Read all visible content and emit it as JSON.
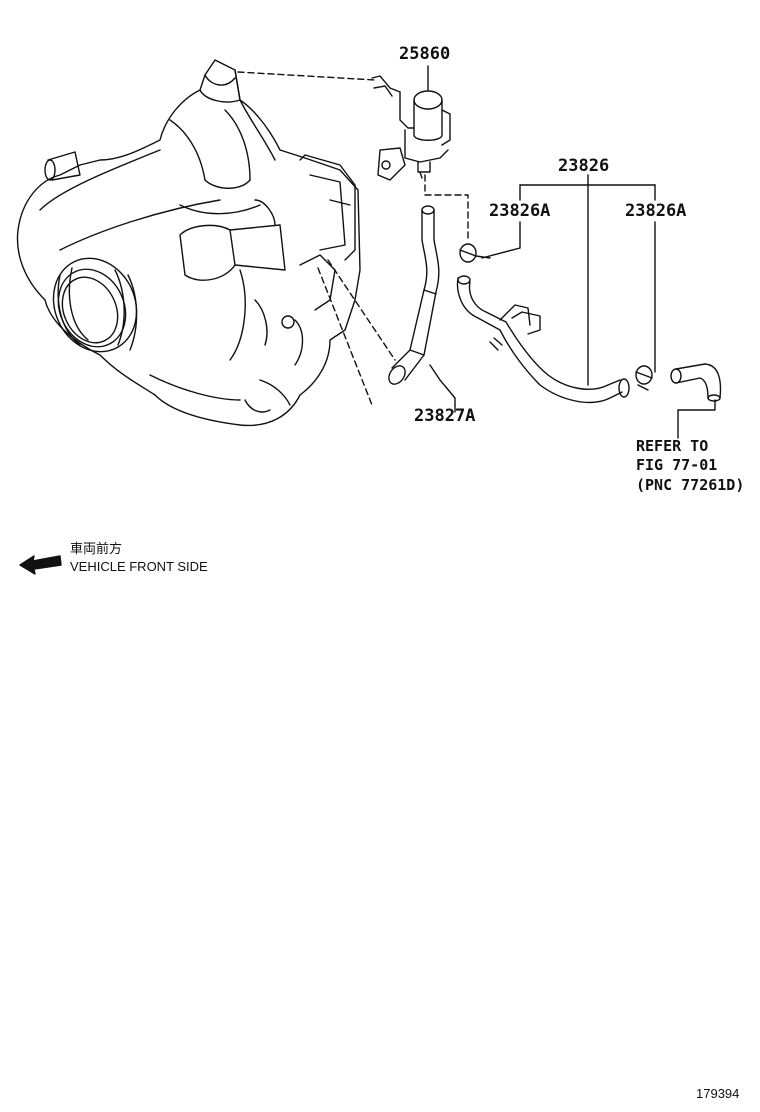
{
  "parts": {
    "p1": "25860",
    "p2": "23826",
    "p3": "23826A",
    "p4": "23826A",
    "p5": "23827A"
  },
  "reference": {
    "line1": "REFER TO",
    "line2": "FIG 77-01",
    "line3": "(PNC 77261D)"
  },
  "orientation": {
    "japanese": "車両前方",
    "english": "VEHICLE FRONT SIDE"
  },
  "figure_number": "179394"
}
